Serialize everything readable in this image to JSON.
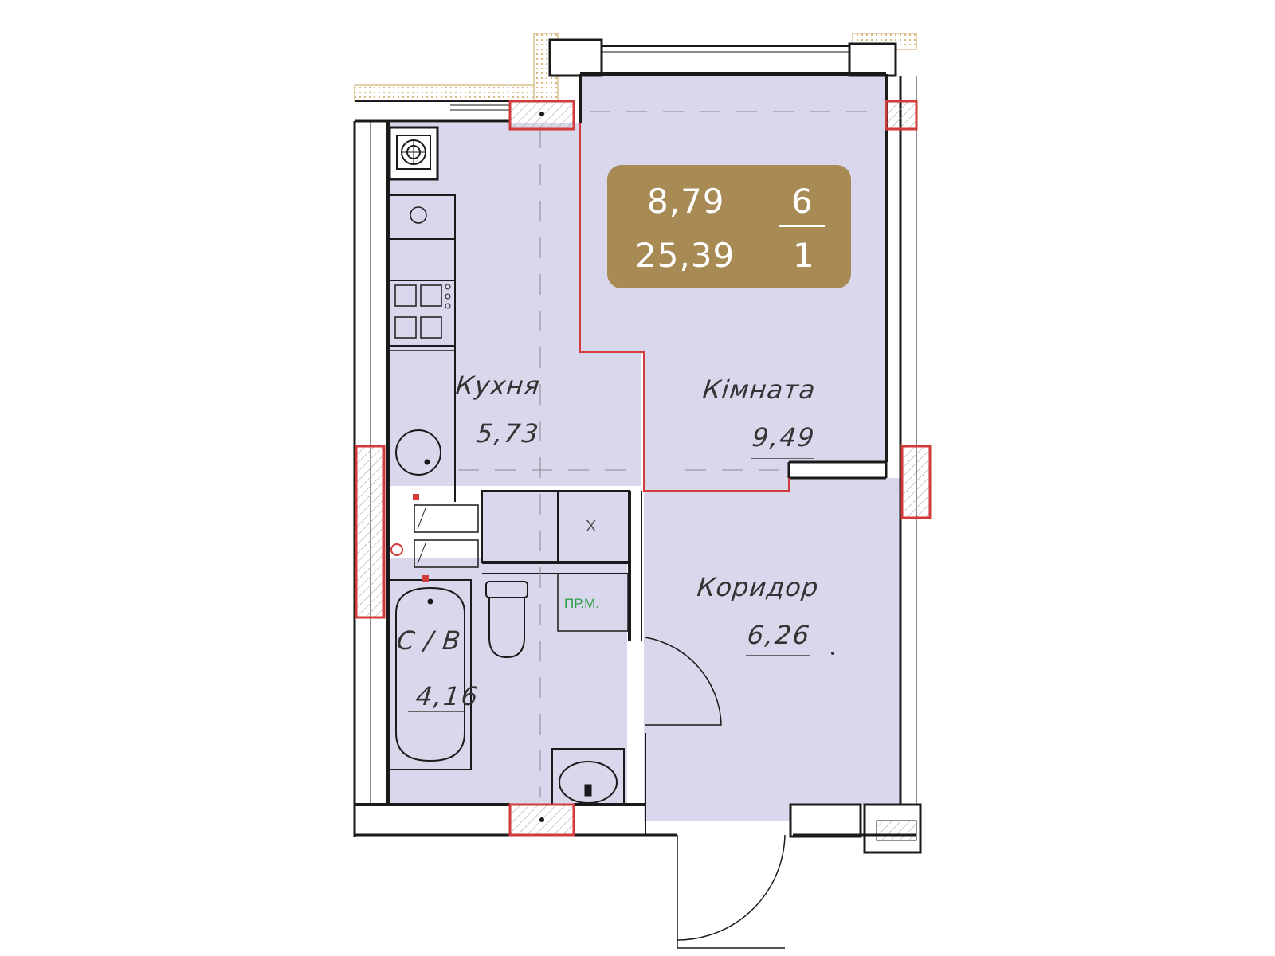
{
  "colors": {
    "floor": "#d8d7eb",
    "wall": "#1a1a1a",
    "highlight": "#d33a3a",
    "info_box": "#a88a55",
    "insulation": "#f2dfae",
    "green_tag": "#2ea04a"
  },
  "info_box": {
    "value_top_left": "8,79",
    "value_bottom_left": "25,39",
    "value_top_right": "6",
    "value_bottom_right": "1"
  },
  "rooms": {
    "kitchen": {
      "label": "Кухня",
      "area": "5,73"
    },
    "room": {
      "label": "Кімната",
      "area": "9,49"
    },
    "corridor": {
      "label": "Коридор",
      "area": "6,26"
    },
    "bathroom": {
      "label": "С / В",
      "area": "4,16"
    }
  },
  "tags": {
    "pantry": "ПР.М.",
    "closet_mark": "X"
  },
  "icons": [
    "stove-icon",
    "sink-icon",
    "bathtub-icon",
    "toilet-icon",
    "washbasin-icon",
    "boiler-icon"
  ]
}
